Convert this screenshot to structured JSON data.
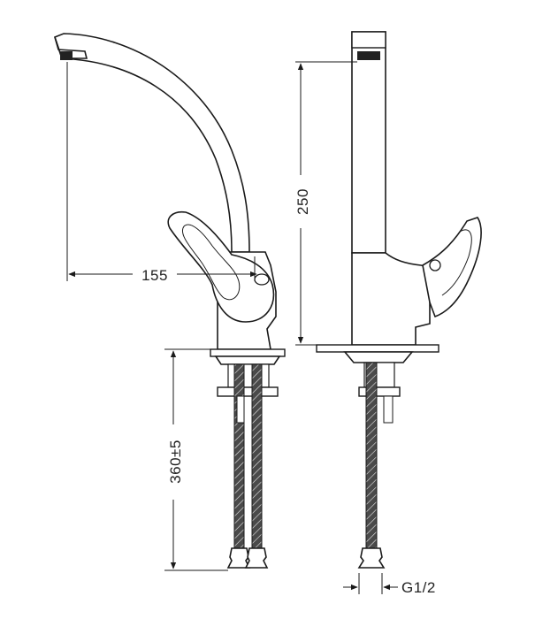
{
  "dimensions": {
    "spout_reach": "155",
    "height": "250",
    "hose_length": "360±5",
    "thread": "G1/2"
  }
}
